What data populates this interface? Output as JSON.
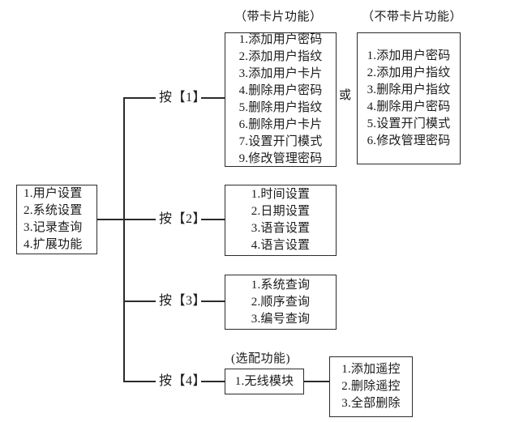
{
  "diagram": {
    "title_text": "",
    "root": {
      "name": "user-menu-root",
      "items": [
        "1.用户设置",
        "2.系统设置",
        "3.记录查询",
        "4.扩展功能"
      ]
    },
    "branches": [
      {
        "key_label": "按【1】",
        "caption_primary": "（带卡片功能）",
        "caption_secondary": "（不带卡片功能）",
        "connector_text": "或",
        "primary_items": [
          "1.添加用户密码",
          "2.添加用户指纹",
          "3.添加用户卡片",
          "4.删除用户密码",
          "5.删除用户指纹",
          "6.删除用户卡片",
          "7.设置开门模式",
          "9.修改管理密码"
        ],
        "secondary_items": [
          "1.添加用户密码",
          "2.添加用户指纹",
          "3.删除用户指纹",
          "4.删除用户密码",
          "5.设置开门模式",
          "6.修改管理密码"
        ]
      },
      {
        "key_label": "按【2】",
        "primary_items": [
          "1.时间设置",
          "2.日期设置",
          "3.语音设置",
          "4.语言设置"
        ]
      },
      {
        "key_label": "按【3】",
        "primary_items": [
          "1.系统查询",
          "2.顺序查询",
          "3.编号查询"
        ]
      },
      {
        "key_label": "按【4】",
        "caption_primary": "(选配功能)",
        "primary_items": [
          "1.无线模块"
        ],
        "secondary_items": [
          "1.添加遥控",
          "2.删除遥控",
          "3.全部删除"
        ]
      }
    ],
    "colors": {
      "line": "#2b2b2b",
      "text": "#1a1a1a",
      "background": "#ffffff"
    }
  }
}
